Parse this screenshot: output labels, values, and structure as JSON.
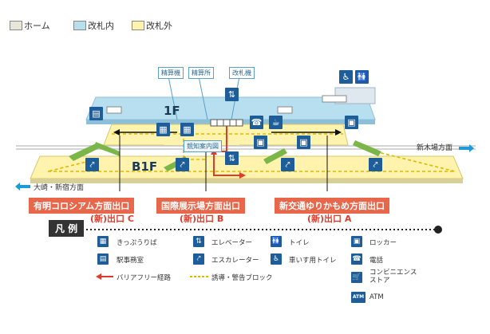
{
  "legend": {
    "items": [
      {
        "label": "ホーム",
        "color": "#e9e5d9"
      },
      {
        "label": "改札内",
        "color": "#b7dff0"
      },
      {
        "label": "改札外",
        "color": "#fff3ae"
      }
    ]
  },
  "map": {
    "floor_1f": "1F",
    "floor_b1f": "B1F",
    "callouts": {
      "fare_adjust": "精算機",
      "fare_office": "精算所",
      "ticket_gate": "改札機",
      "area_map": "競知案内図"
    },
    "directions": {
      "right": "新木場方面",
      "left": "大崎・新宿方面"
    },
    "exits": {
      "c_name": "有明コロシアム方面出口",
      "c_label": "(新)出口 C",
      "b_name": "国際展示場方面出口",
      "b_label": "(新)出口 B",
      "a_name": "新交通ゆりかもめ方面出口",
      "a_label": "(新)出口 A"
    },
    "colors": {
      "platform": "#e9e5d9",
      "inside_gate": "#b7dff0",
      "outside_gate": "#fff3ae",
      "accent": "#1d5e9a",
      "barrier_free": "#e03b2a"
    }
  },
  "key": {
    "title": "凡 例",
    "items": [
      {
        "icon": "ticket-machine-icon",
        "label": "きっぷうりば"
      },
      {
        "icon": "elevator-icon",
        "label": "エレベーター"
      },
      {
        "icon": "restroom-icon",
        "label": "トイレ"
      },
      {
        "icon": "locker-icon",
        "label": "ロッカー"
      },
      {
        "icon": "station-office-icon",
        "label": "駅事務室"
      },
      {
        "icon": "escalator-icon",
        "label": "エスカレーター"
      },
      {
        "icon": "wheelchair-restroom-icon",
        "label": "車いす用トイレ"
      },
      {
        "icon": "telephone-icon",
        "label": "電話"
      },
      {
        "icon": "barrier-free-route-icon",
        "label": "バリアフリー経路"
      },
      {
        "icon": "tactile-paving-icon",
        "label": "誘導・警告ブロック"
      },
      {
        "icon": "convenience-store-icon",
        "label": "コンビニエンスストア"
      },
      {
        "icon": "atm-icon",
        "label": "ATM"
      }
    ]
  }
}
